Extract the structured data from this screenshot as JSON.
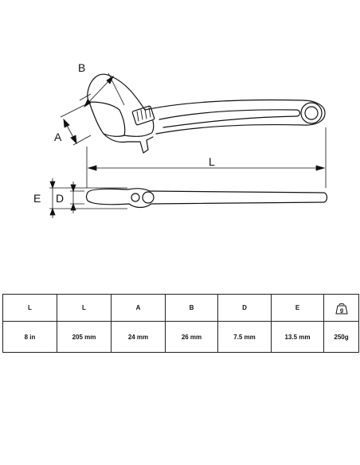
{
  "dimensions": {
    "length_label": "L",
    "jaw_width_label": "A",
    "jaw_depth_label": "B",
    "head_thickness_label": "E",
    "handle_thickness_label": "D"
  },
  "spec_table": {
    "headers": [
      "L",
      "L",
      "A",
      "B",
      "D",
      "E"
    ],
    "weight_icon": "weight-icon",
    "weight_icon_glyph": "g",
    "values": [
      "8 in",
      "205 mm",
      "24 mm",
      "26 mm",
      "7.5 mm",
      "13.5 mm",
      "250g"
    ]
  },
  "colors": {
    "line": "#111111",
    "background": "#ffffff"
  }
}
